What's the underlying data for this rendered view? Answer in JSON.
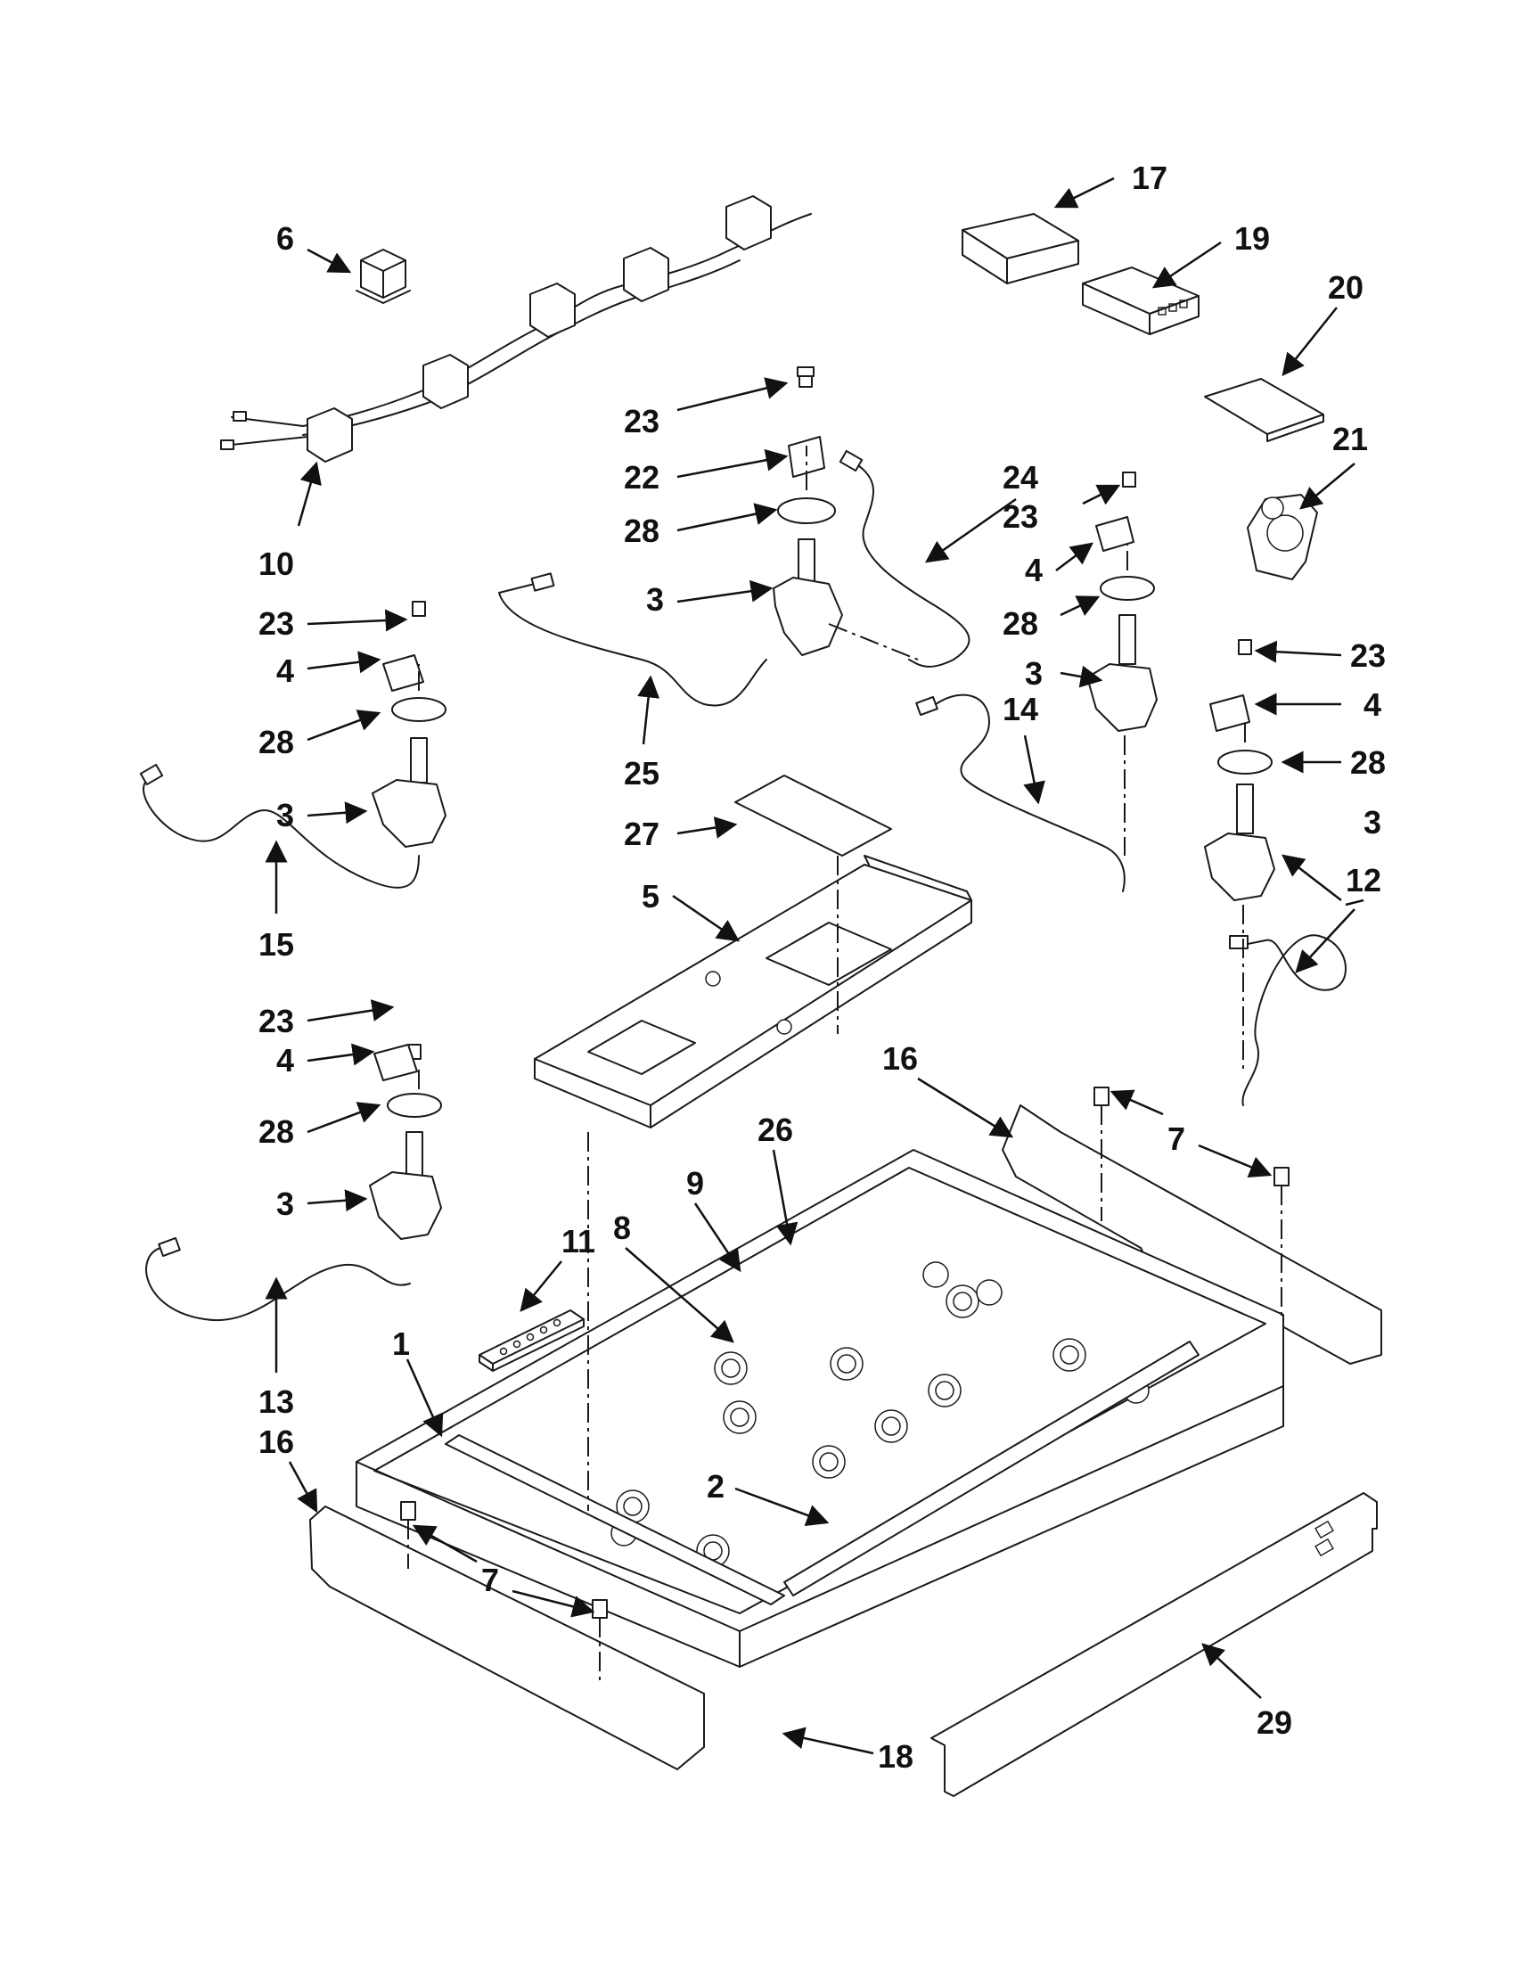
{
  "diagram": {
    "callouts": [
      "17",
      "6",
      "19",
      "20",
      "23",
      "21",
      "22",
      "24",
      "23",
      "28",
      "4",
      "10",
      "3",
      "28",
      "23",
      "23",
      "3",
      "4",
      "4",
      "25",
      "28",
      "14",
      "28",
      "3",
      "3",
      "27",
      "12",
      "15",
      "5",
      "16",
      "23",
      "7",
      "4",
      "26",
      "28",
      "9",
      "3",
      "11",
      "8",
      "13",
      "1",
      "16",
      "2",
      "7",
      "18",
      "29"
    ],
    "colors": {
      "line": "#1a1a1a",
      "background": "#ffffff"
    }
  }
}
